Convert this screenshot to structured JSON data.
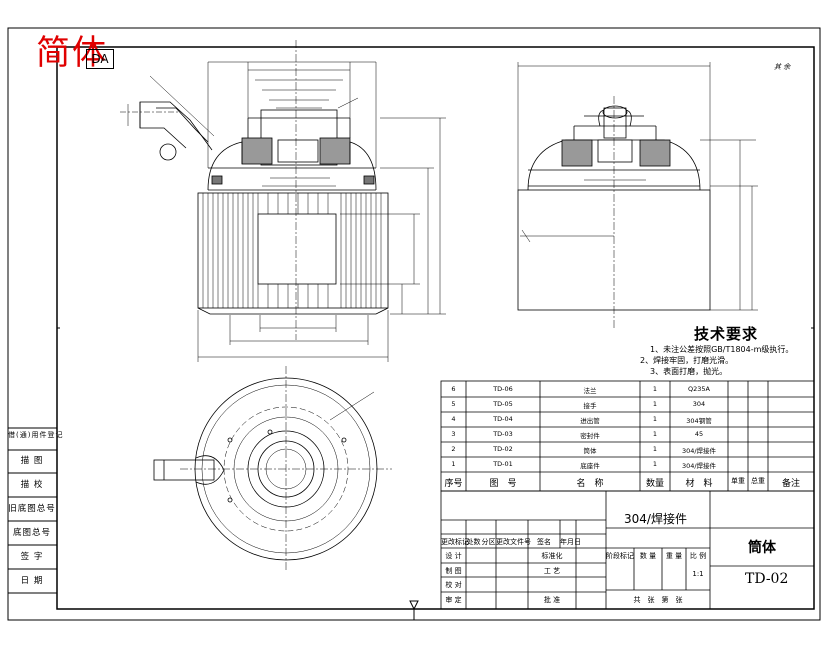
{
  "stamp": {
    "text": "简体",
    "box_label": "DA"
  },
  "scale_note": "其 余",
  "tech_requirements": {
    "title": "技术要求",
    "items": [
      "1、未注公差按照GB/T1804-m级执行。",
      "2、焊接牢固，打磨光滑。",
      "3、表面打磨，抛光。"
    ]
  },
  "bom": {
    "rows": [
      {
        "no": "6",
        "code": "TD-06",
        "name": "法兰",
        "qty": "1",
        "material": "Q235A"
      },
      {
        "no": "5",
        "code": "TD-05",
        "name": "接手",
        "qty": "1",
        "material": "304"
      },
      {
        "no": "4",
        "code": "TD-04",
        "name": "进出管",
        "qty": "1",
        "material": "304钢管"
      },
      {
        "no": "3",
        "code": "TD-03",
        "name": "密封件",
        "qty": "1",
        "material": "45"
      },
      {
        "no": "2",
        "code": "TD-02",
        "name": "筒体",
        "qty": "1",
        "material": "304/焊接件"
      },
      {
        "no": "1",
        "code": "TD-01",
        "name": "底座件",
        "qty": "1",
        "material": "304/焊接件"
      }
    ],
    "header": {
      "no": "序号",
      "code": "图　号",
      "name": "名　称",
      "qty": "数量",
      "material": "材　料",
      "unit_weight": "单重",
      "total_weight": "总重",
      "remark": "备注"
    }
  },
  "title_block": {
    "material": "304/焊接件",
    "part_name": "筒体",
    "drawing_number": "TD-02",
    "rev_row": [
      "更改标记",
      "处数",
      "分区",
      "更改文件号",
      "签名",
      "年月日"
    ],
    "design": "设 计",
    "standardization": "标准化",
    "drafting": "制 图",
    "process": "工 艺",
    "check": "校 对",
    "review": "审 定",
    "approve": "批 准",
    "stage_mark": "阶段标记",
    "quantity": "数 量",
    "weight": "重 量",
    "scale_label": "比 例",
    "scale": "1:1",
    "sheets": "共　张　第　张"
  },
  "side_panel": [
    "借(通)用件登记",
    "描 图",
    "描 校",
    "旧底图总号",
    "底图总号",
    "签 字",
    "日 期"
  ]
}
